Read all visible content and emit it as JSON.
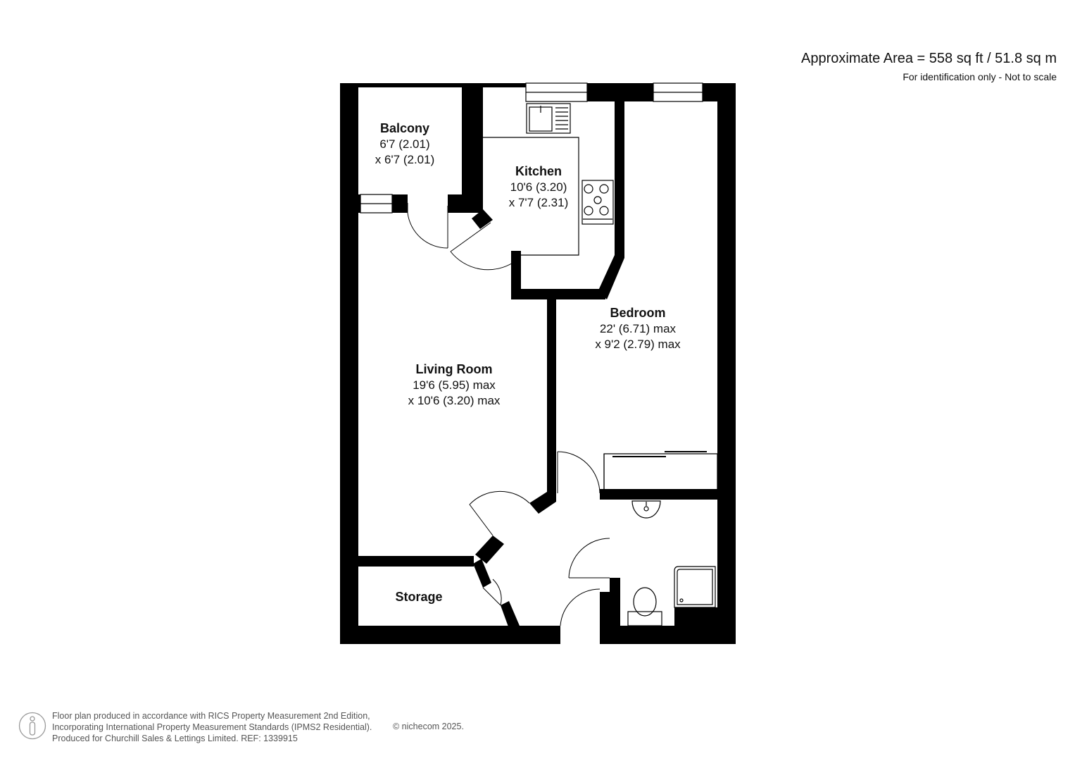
{
  "header": {
    "area": "Approximate Area = 558 sq ft / 51.8 sq m",
    "note": "For identification only - Not to scale"
  },
  "rooms": {
    "balcony": {
      "name": "Balcony",
      "dim1": "6'7 (2.01)",
      "dim2": "x 6'7 (2.01)"
    },
    "kitchen": {
      "name": "Kitchen",
      "dim1": "10'6 (3.20)",
      "dim2": "x 7'7 (2.31)"
    },
    "bedroom": {
      "name": "Bedroom",
      "dim1": "22' (6.71) max",
      "dim2": "x 9'2 (2.79) max"
    },
    "living": {
      "name": "Living Room",
      "dim1": "19'6 (5.95) max",
      "dim2": "x 10'6 (3.20) max"
    },
    "storage": {
      "name": "Storage"
    }
  },
  "footer": {
    "line1": "Floor plan produced in accordance with RICS Property Measurement 2nd Edition,",
    "line2": "Incorporating International Property Measurement Standards (IPMS2 Residential).",
    "line3": "Produced for Churchill Sales & Lettings Limited.   REF: 1339915",
    "copyright": "© nichecom 2025."
  },
  "colors": {
    "wall": "#000000",
    "background": "#ffffff",
    "footer_text": "#555555"
  }
}
